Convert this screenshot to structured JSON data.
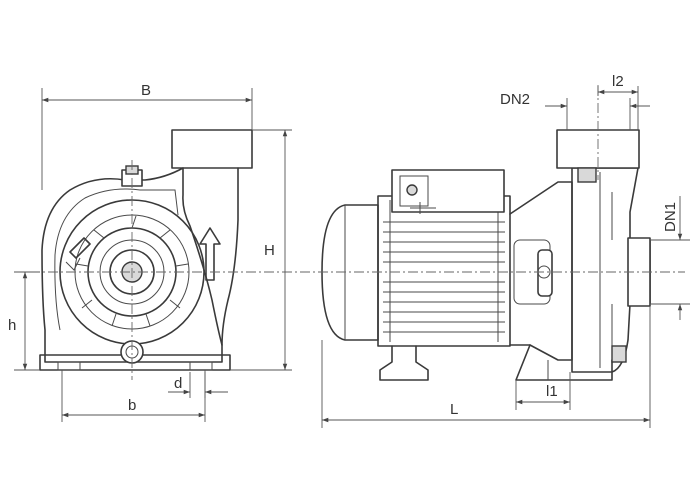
{
  "labels": {
    "B": "B",
    "H": "H",
    "h": "h",
    "b": "b",
    "d": "d",
    "L": "L",
    "l1": "l1",
    "l2": "l2",
    "DN1": "DN1",
    "DN2": "DN2"
  }
}
